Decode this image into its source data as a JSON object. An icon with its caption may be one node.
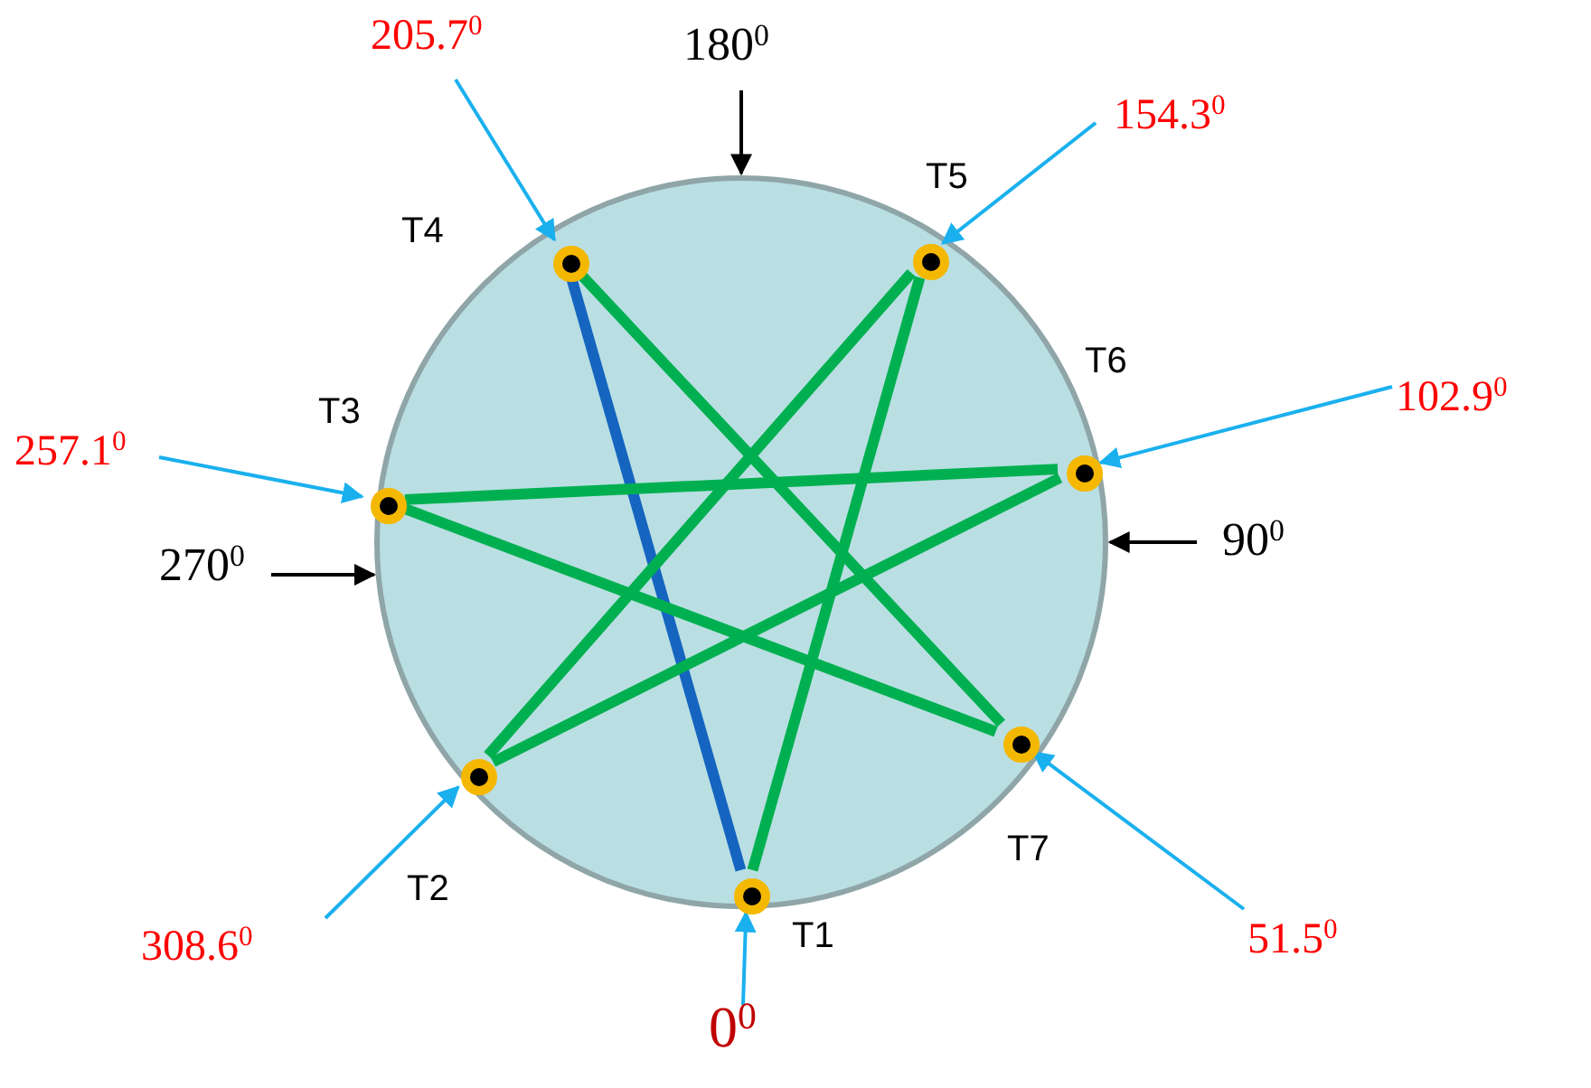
{
  "diagram": {
    "nodes": [
      {
        "text": [],
        "shape": "circle"
      },
      {
        "text": [],
        "shape": "circle",
        "in": 0,
        "beside": [
          "T1"
        ]
      },
      {
        "text": [],
        "shape": "circle",
        "in": 0,
        "beside": [
          "T2"
        ]
      },
      {
        "text": [],
        "shape": "circle",
        "in": 0,
        "beside": [
          "T3"
        ]
      },
      {
        "text": [],
        "shape": "circle",
        "in": 0,
        "beside": [
          "T4"
        ]
      },
      {
        "text": [],
        "shape": "circle",
        "in": 0,
        "beside": [
          "T5"
        ]
      },
      {
        "text": [],
        "shape": "circle",
        "in": 0,
        "beside": [
          "T6"
        ]
      },
      {
        "text": [],
        "shape": "circle",
        "in": 0,
        "beside": [
          "T7"
        ]
      },
      {
        "text": [
          "205.7$^{0}$"
        ]
      },
      {
        "text": [
          "180$^{0}$"
        ]
      },
      {
        "text": [
          "154.3$^{0}$"
        ]
      },
      {
        "text": [
          "102.9$^{0}$"
        ]
      },
      {
        "text": [
          "257.1$^{0}$"
        ]
      },
      {
        "text": [
          "90$^{0}$"
        ]
      },
      {
        "text": [
          "270$^{0}$"
        ]
      },
      {
        "text": [
          "308.6$^{0}$"
        ]
      },
      {
        "text": [
          "51.5$^{0}$"
        ]
      },
      {
        "text": [
          "0$^{0}$"
        ]
      }
    ],
    "edges": [
      {
        "from": 8,
        "to": 4,
        "arrow": "to"
      },
      {
        "from": 9,
        "to": 0,
        "arrow": "to",
        "color": "#000000"
      },
      {
        "from": 10,
        "to": 5,
        "arrow": "to"
      },
      {
        "from": 11,
        "to": 6,
        "arrow": "to"
      },
      {
        "from": 12,
        "to": 3,
        "arrow": "to"
      },
      {
        "from": 13,
        "to": 0,
        "arrow": "to",
        "color": "#000000"
      },
      {
        "from": 14,
        "to": 0,
        "arrow": "to",
        "color": "#000000"
      },
      {
        "from": 15,
        "to": 2,
        "arrow": "to"
      },
      {
        "from": 16,
        "to": 7,
        "arrow": "to"
      },
      {
        "from": 17,
        "to": 1,
        "arrow": "to"
      },
      {
        "from": 4,
        "to": 7,
        "arrow": "none",
        "style": "thick",
        "color": "#00b050"
      },
      {
        "from": 4,
        "to": 1,
        "arrow": "none",
        "style": "thick",
        "color": "#1565c0"
      },
      {
        "from": 5,
        "to": 2,
        "arrow": "none",
        "style": "thick",
        "color": "#00b050"
      },
      {
        "from": 5,
        "to": 1,
        "arrow": "none",
        "style": "thick",
        "color": "#00b050"
      },
      {
        "from": 6,
        "to": 3,
        "arrow": "none",
        "style": "thick",
        "color": "#00b050"
      },
      {
        "from": 6,
        "to": 2,
        "arrow": "none",
        "style": "thick",
        "color": "#00b050"
      },
      {
        "from": 3,
        "to": 7,
        "arrow": "none",
        "style": "thick",
        "color": "#00b050"
      }
    ]
  }
}
